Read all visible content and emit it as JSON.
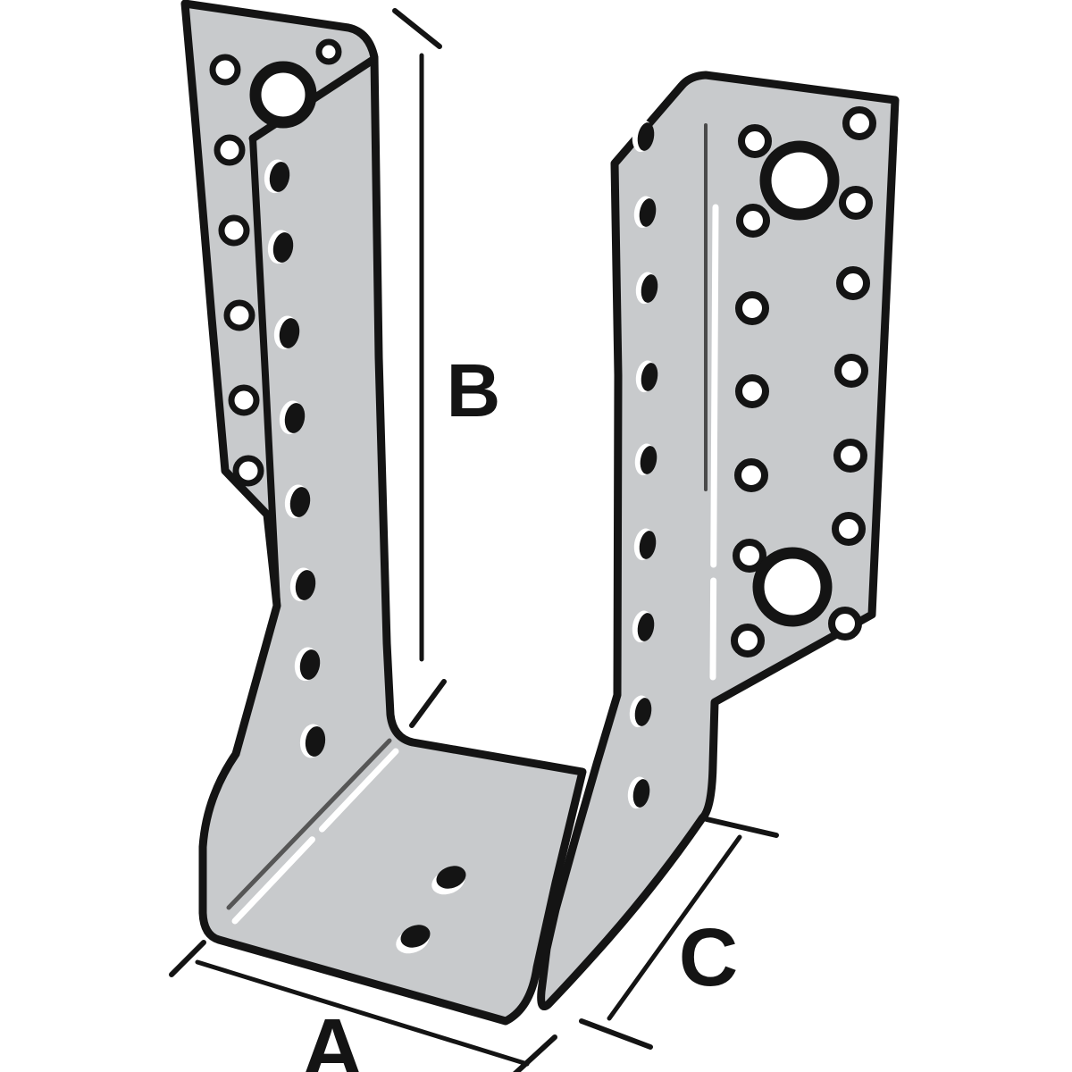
{
  "diagram": {
    "type": "technical-line-illustration",
    "subject": "joist hanger bracket with perforated nailing plates and U-shaped seat",
    "dimension_labels": {
      "a": "A",
      "b": "B",
      "c": "C"
    }
  },
  "colors": {
    "background": "#ffffff",
    "metal": "#c8cacc",
    "ink": "#141414",
    "highlight": "#ffffff",
    "fold_shadow": "#4a4a4a",
    "seat_shadow": "#565656"
  }
}
